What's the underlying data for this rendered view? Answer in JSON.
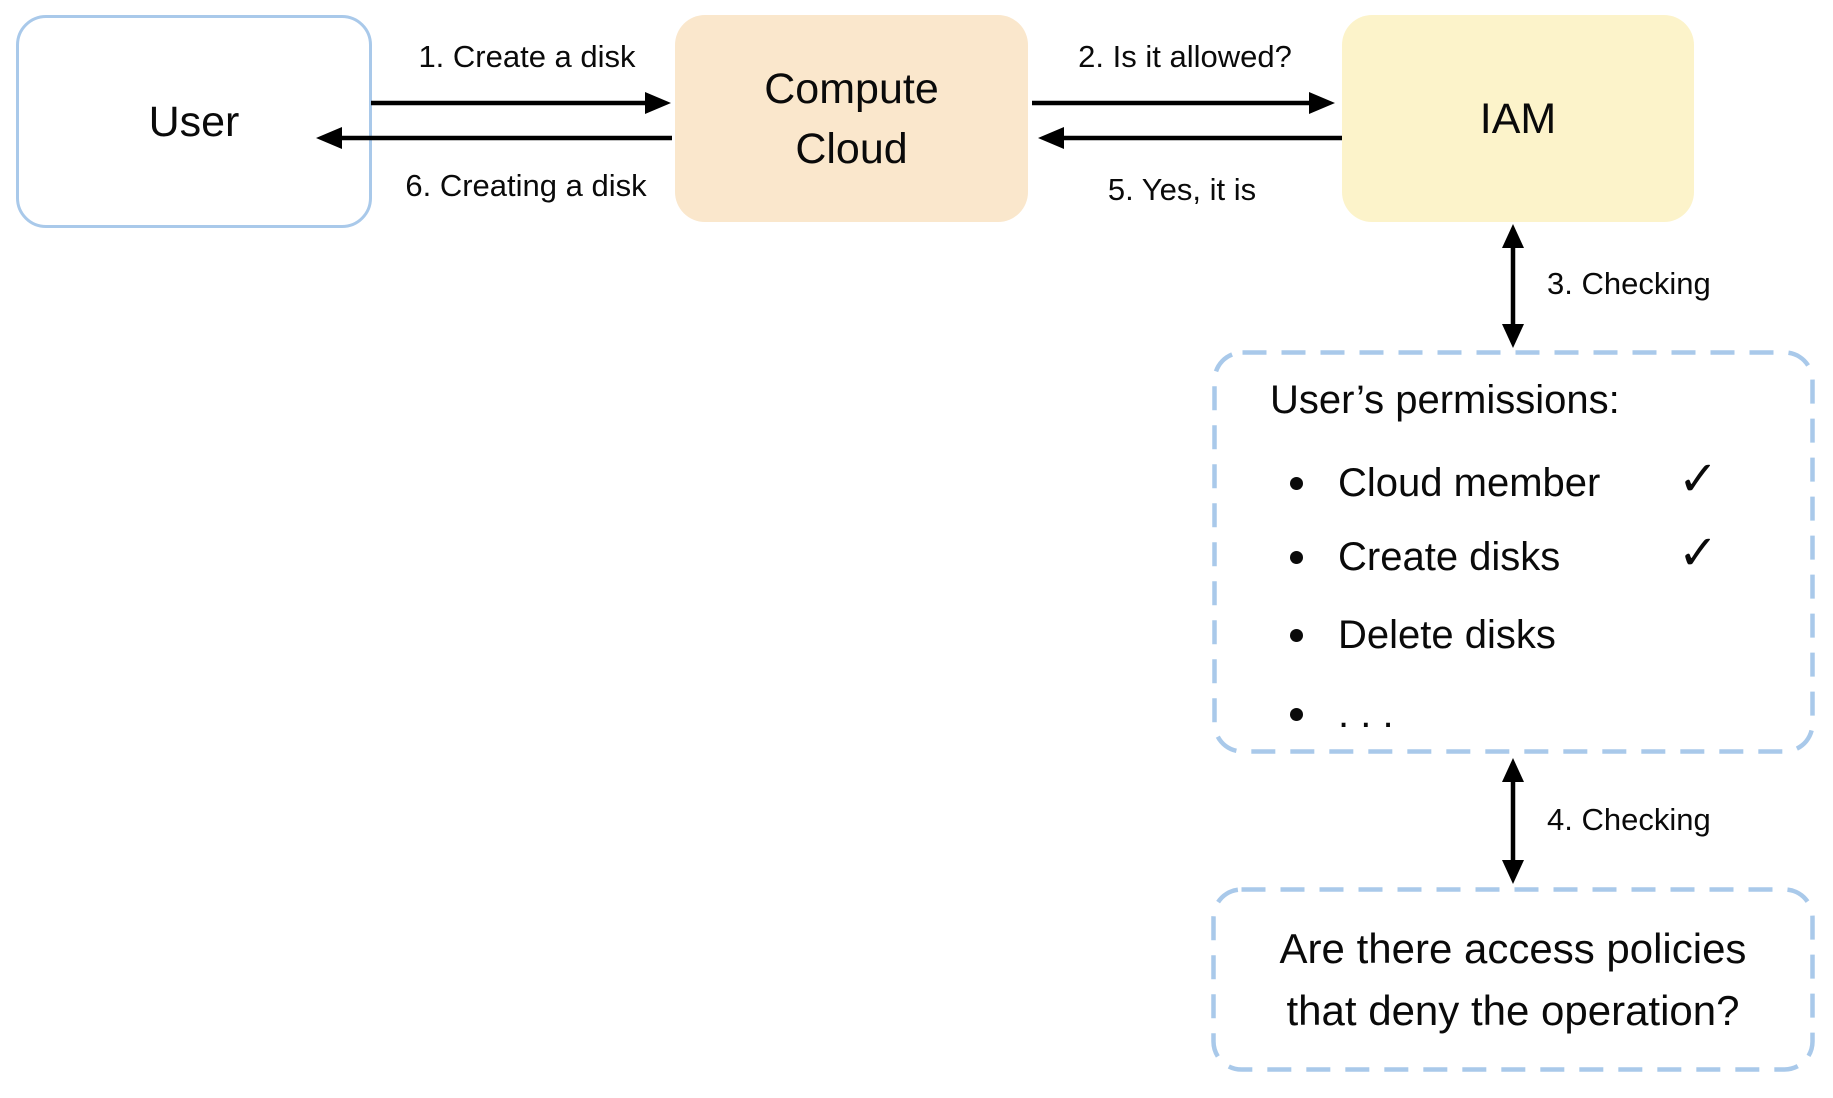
{
  "nodes": {
    "user": {
      "label": "User"
    },
    "compute": {
      "label": "Compute Cloud"
    },
    "iam": {
      "label": "IAM"
    }
  },
  "edges": {
    "step1": {
      "label": "1. Create a disk"
    },
    "step2": {
      "label": "2. Is it allowed?"
    },
    "step3": {
      "label": "3. Checking"
    },
    "step4": {
      "label": "4. Checking"
    },
    "step5": {
      "label": "5. Yes, it is"
    },
    "step6": {
      "label": "6. Creating a disk"
    }
  },
  "permissions_box": {
    "title": "User’s permissions:",
    "items": [
      {
        "label": "Cloud member",
        "check": "✓"
      },
      {
        "label": "Create disks",
        "check": "✓"
      },
      {
        "label": "Delete disks",
        "check": ""
      },
      {
        "label": ". . .",
        "check": ""
      }
    ]
  },
  "policies_box": {
    "text": "Are there access policies that deny the operation?"
  },
  "colors": {
    "node_border_blue": "#a9c9ea",
    "compute_bg": "#fae7cc",
    "iam_bg": "#fcf3ca",
    "dashed_blue": "#a9c9ea",
    "arrow_black": "#000000"
  }
}
